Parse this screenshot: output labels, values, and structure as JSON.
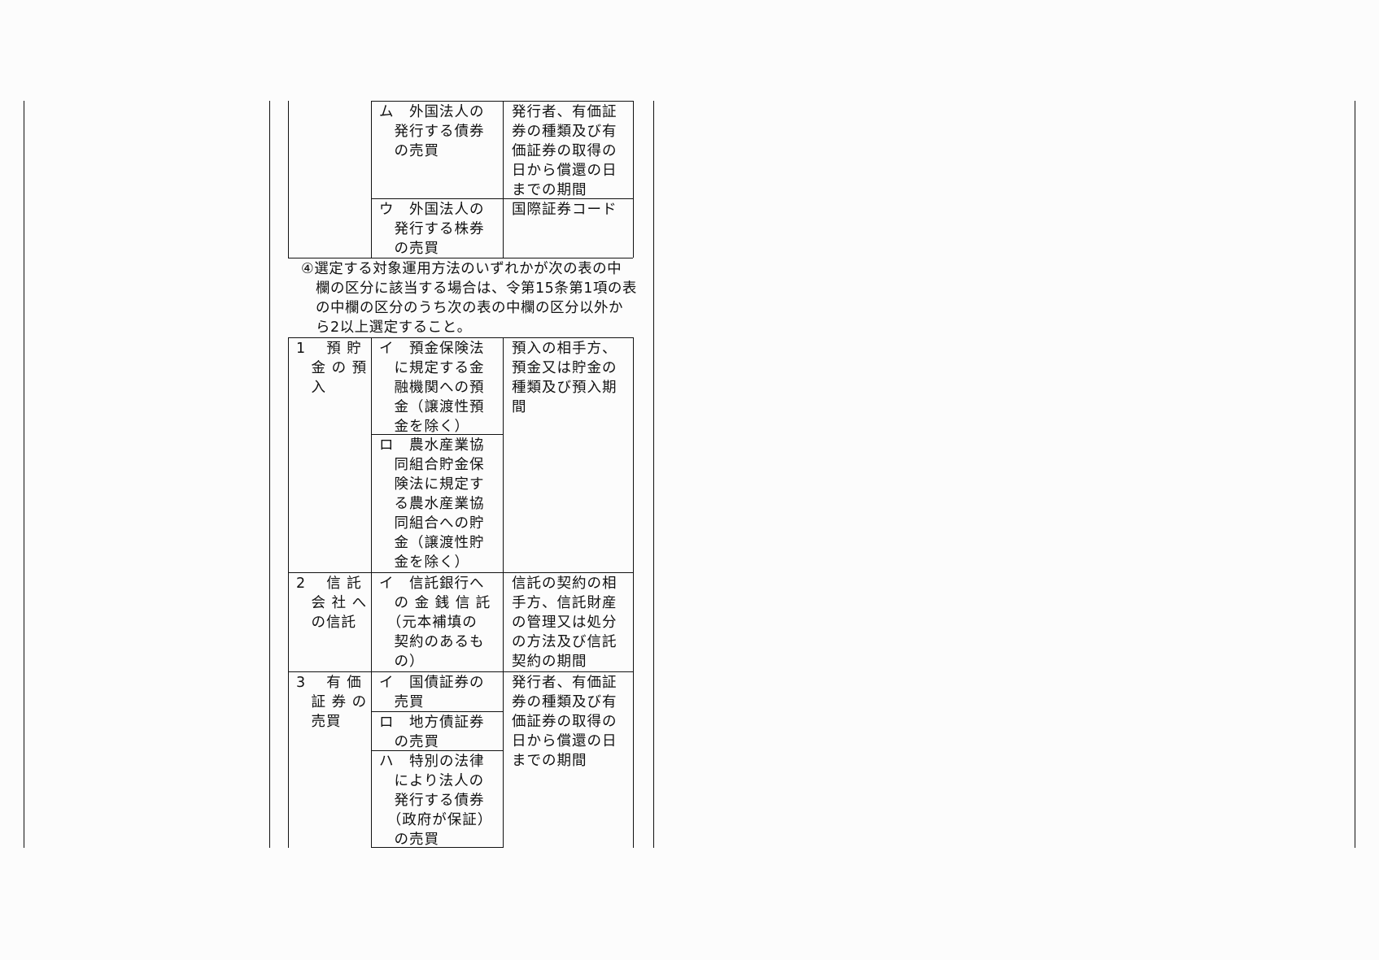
{
  "page": {
    "background": "#fcfcfc",
    "line_color": "#111111"
  },
  "top_table": {
    "rows": [
      {
        "left": [],
        "middle": [
          "ム　外国法人の",
          "　発行する債券",
          "　の売買"
        ],
        "right": [
          "発行者、有価証",
          "券の種類及び有",
          "価証券の取得の",
          "日から償還の日",
          "までの期間"
        ]
      },
      {
        "middle": [
          "ウ　外国法人の",
          "　発行する株券",
          "　の売買"
        ],
        "right": [
          "国際証券コード"
        ]
      }
    ]
  },
  "paragraph": {
    "lines": [
      "④選定する対象運用方法のいずれかが次の表の中",
      "　欄の区分に該当する場合は、令第15条第1項の表",
      "　の中欄の区分のうち次の表の中欄の区分以外か",
      "　ら2以上選定すること。"
    ]
  },
  "main_table": {
    "rows": [
      {
        "left": [
          "1　 預 貯",
          "　金 の 預",
          "　入"
        ],
        "middle": [
          [
            "イ　預金保険法",
            "　に規定する金",
            "　融機関への預",
            "　金（譲渡性預",
            "　金を除く）"
          ],
          [
            "ロ　農水産業協",
            "　同組合貯金保",
            "　険法に規定す",
            "　る農水産業協",
            "　同組合への貯",
            "　金（譲渡性貯",
            "　金を除く）"
          ]
        ],
        "right": [
          "預入の相手方、",
          "預金又は貯金の",
          "種類及び預入期",
          "間"
        ]
      },
      {
        "left": [
          "2　 信 託",
          "　会 社 へ",
          "　の信託"
        ],
        "middle": [
          [
            "イ　信託銀行へ",
            "　の 金 銭 信 託",
            "　（元本補填の",
            "　契約のあるも",
            "　の）"
          ]
        ],
        "right": [
          "信託の契約の相",
          "手方、信託財産",
          "の管理又は処分",
          "の方法及び信託",
          "契約の期間"
        ]
      },
      {
        "left": [
          "3　 有 価",
          "　証 券 の",
          "　売買"
        ],
        "middle": [
          [
            "イ　国債証券の",
            "　売買"
          ],
          [
            "ロ　地方債証券",
            "　の売買"
          ],
          [
            "ハ　特別の法律",
            "　により法人の",
            "　発行する債券",
            "　（政府が保証）",
            "　の売買"
          ]
        ],
        "right": [
          "発行者、有価証",
          "券の種類及び有",
          "価証券の取得の",
          "日から償還の日",
          "までの期間"
        ]
      }
    ]
  }
}
